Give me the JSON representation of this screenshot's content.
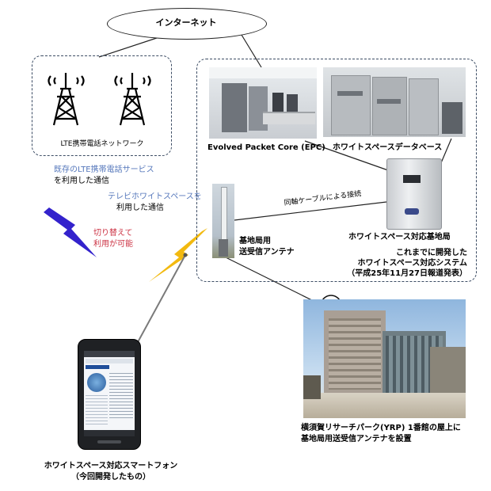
{
  "internet": {
    "label": "インターネット"
  },
  "lte": {
    "network_label": "LTE携帯電話ネットワーク"
  },
  "notes": {
    "lte_service_line1": "既存のLTE携帯電話サービス",
    "lte_service_line2": "を利用した通信",
    "tvws_line1": "テレビホワイトスペースを",
    "tvws_line2": "利用した通信",
    "switch_line1": "切り替えて",
    "switch_line2": "利用が可能"
  },
  "system": {
    "epc_label": "Evolved Packet Core (EPC)",
    "db_label": "ホワイトスペースデータベース",
    "coax_label": "同軸ケーブルによる接続",
    "bs_label": "ホワイトスペース対応基地局",
    "antenna_line1": "基地局用",
    "antenna_line2": "送受信アンテナ",
    "dev_line1": "これまでに開発した",
    "dev_line2": "ホワイトスペース対応システム",
    "dev_line3": "（平成25年11月27日報道発表）"
  },
  "building": {
    "caption_line1": "横須賀リサーチパーク(YRP) 1番館の屋上に",
    "caption_line2": "基地局用送受信アンテナを設置"
  },
  "phone": {
    "caption_line1": "ホワイトスペース対応スマートフォン",
    "caption_line2": "（今回開発したもの）"
  },
  "colors": {
    "box_border": "#3c4c64",
    "blue_text": "#5577bb",
    "red_text": "#cc3344",
    "lightning_lte": "#3322cc",
    "lightning_ws": "#f2b90f"
  }
}
